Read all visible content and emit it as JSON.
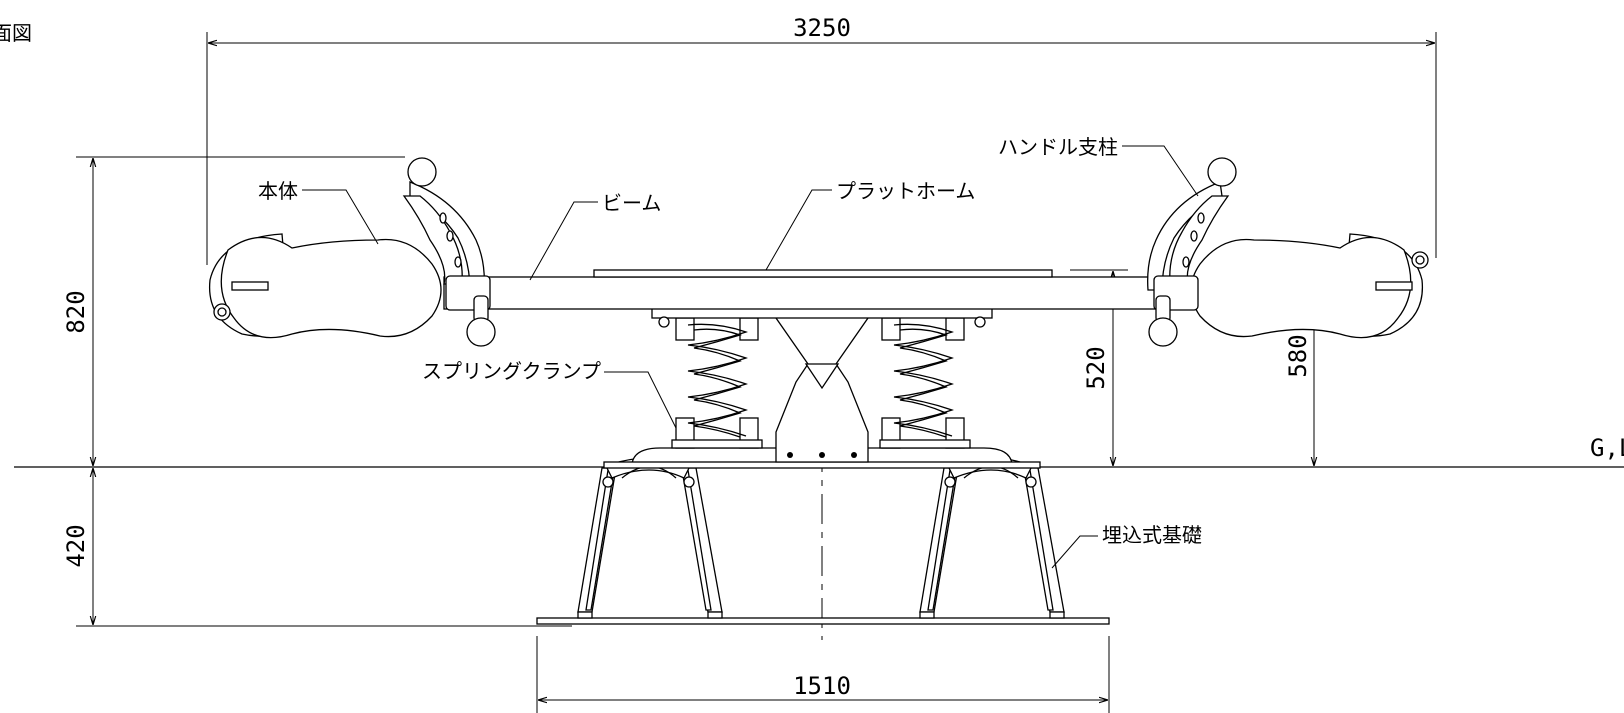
{
  "view_title": "面図",
  "dimensions": {
    "overall_width": "3250",
    "overall_height": "820",
    "embed_depth": "420",
    "platform_height": "520",
    "seat_height": "580",
    "foundation_width": "1510"
  },
  "ground_label": "G,L",
  "labels": {
    "body": "本体",
    "beam": "ビーム",
    "platform": "プラットホーム",
    "handle_post": "ハンドル支柱",
    "spring_clamp": "スプリングクランプ",
    "embedded_foundation": "埋込式基礎"
  }
}
